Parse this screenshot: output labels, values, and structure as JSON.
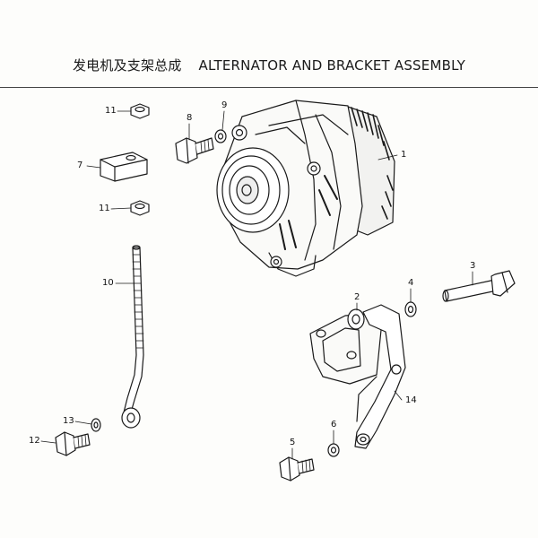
{
  "title": {
    "chinese": "发电机及支架总成",
    "english": "ALTERNATOR AND BRACKET ASSEMBLY"
  },
  "callouts": [
    {
      "id": "1",
      "label": "1"
    },
    {
      "id": "2",
      "label": "2"
    },
    {
      "id": "3",
      "label": "3"
    },
    {
      "id": "4",
      "label": "4"
    },
    {
      "id": "5",
      "label": "5"
    },
    {
      "id": "6",
      "label": "6"
    },
    {
      "id": "7",
      "label": "7"
    },
    {
      "id": "8",
      "label": "8"
    },
    {
      "id": "9",
      "label": "9"
    },
    {
      "id": "10",
      "label": "10"
    },
    {
      "id": "11a",
      "label": "11"
    },
    {
      "id": "11b",
      "label": "11"
    },
    {
      "id": "12",
      "label": "12"
    },
    {
      "id": "13",
      "label": "13"
    },
    {
      "id": "14",
      "label": "14"
    }
  ]
}
